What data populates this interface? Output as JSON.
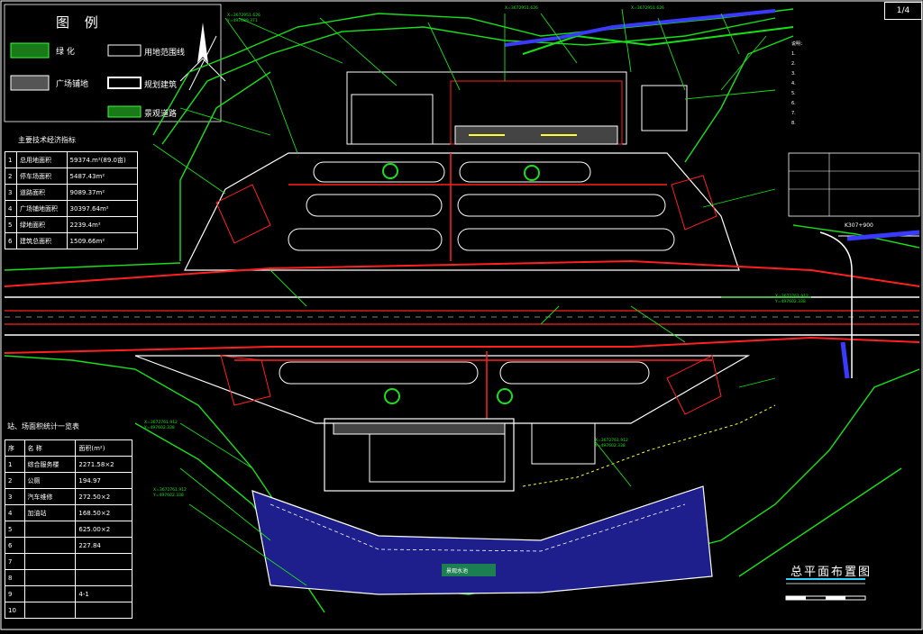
{
  "legend": {
    "title": "图 例",
    "items": [
      {
        "name": "greenbelt",
        "label": "绿 化"
      },
      {
        "name": "plaza-paving",
        "label": "广场铺地"
      },
      {
        "name": "land-boundary",
        "label": "用地范围线"
      },
      {
        "name": "planned-building",
        "label": "规划建筑"
      },
      {
        "name": "landscape-road",
        "label": "景观道路"
      }
    ]
  },
  "main_table": {
    "title": "主要技术经济指标",
    "rows": [
      {
        "no": "1",
        "item": "总用地面积",
        "value": "59374.m²(89.0亩)"
      },
      {
        "no": "2",
        "item": "停车场面积",
        "value": "5487.43m²"
      },
      {
        "no": "3",
        "item": "道路面积",
        "value": "9089.37m²"
      },
      {
        "no": "4",
        "item": "广场铺地面积",
        "value": "30397.64m²"
      },
      {
        "no": "5",
        "item": "绿地面积",
        "value": "2239.4m²"
      },
      {
        "no": "6",
        "item": "建筑总面积",
        "value": "1509.66m²"
      }
    ]
  },
  "area_table": {
    "title": "站、场面积统计一览表",
    "header": {
      "no": "序",
      "item": "名 称",
      "value": "面积(m²)"
    },
    "rows": [
      {
        "no": "1",
        "item": "综合服务楼",
        "value": "2271.58×2"
      },
      {
        "no": "2",
        "item": "公厕",
        "value": "194.97"
      },
      {
        "no": "3",
        "item": "汽车维修",
        "value": "272.50×2"
      },
      {
        "no": "4",
        "item": "加油站",
        "value": "168.50×2"
      },
      {
        "no": "5",
        "item": "",
        "value": "625.00×2"
      },
      {
        "no": "6",
        "item": "",
        "value": "227.84"
      },
      {
        "no": "7",
        "item": "",
        "value": ""
      },
      {
        "no": "8",
        "item": "",
        "value": ""
      },
      {
        "no": "9",
        "item": "",
        "value": "4-1"
      },
      {
        "no": "10",
        "item": "",
        "value": ""
      }
    ]
  },
  "notes": [
    "说明：",
    "1.",
    "2.",
    "3.",
    "4.",
    "5.",
    "6.",
    "7.",
    "8."
  ],
  "page_mark": "1/4",
  "drawing_title": "总平面布置图",
  "labels": {
    "upper_pt": "X=3672951.626",
    "upper_pt_y": "Y=497689.371",
    "lower_pt": "X=3672761.912",
    "lower_pt_y": "Y=497602.338",
    "right_dim": "K307+900",
    "pond_label": "景观水池"
  },
  "colors": {
    "background": "#000000",
    "green": "#18e018",
    "red": "#ff2020",
    "white": "#ffffff",
    "blue": "#1e1e8c",
    "yellow": "#ffff33",
    "cyan": "#33d0ff"
  }
}
